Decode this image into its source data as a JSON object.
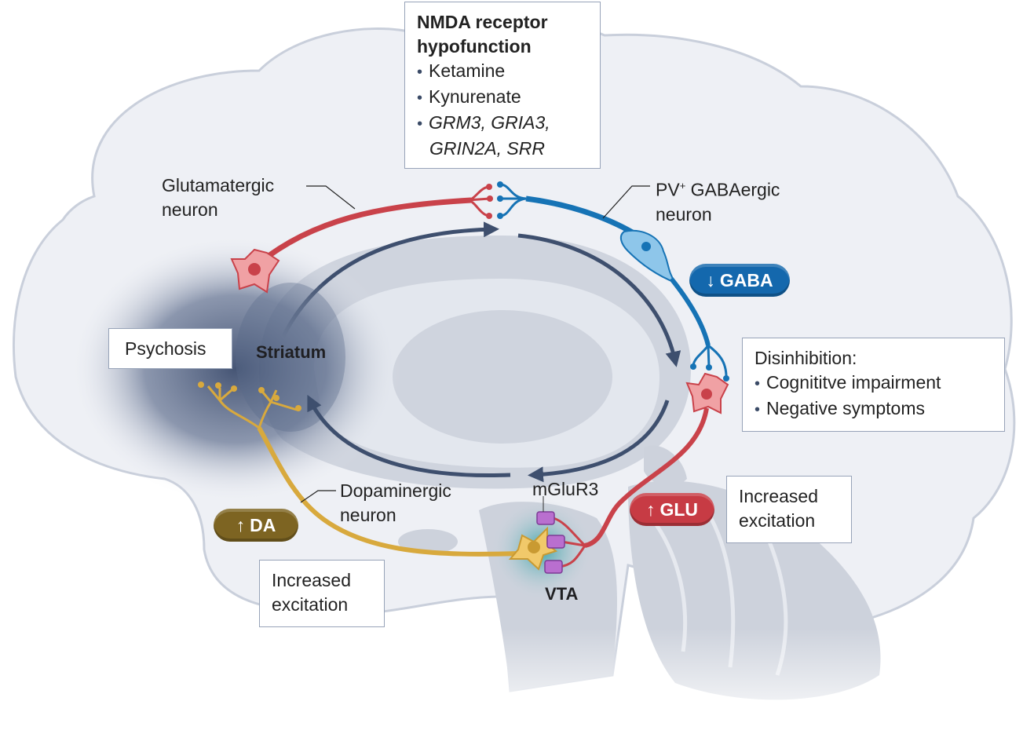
{
  "colors": {
    "glutamatergic": "#c9424a",
    "gabaergic": "#1673b5",
    "dopaminergic": "#d8a93d",
    "arrows": "#3e4f6e",
    "brain_fill": "#eef0f5",
    "brain_inner": "#cfd4de",
    "receptor": "#a05bb8",
    "vta_glow": "#3aa7a8",
    "da_pill": "#7d6422",
    "glu_pill": "#c73b44",
    "gaba_pill": "#1468ad"
  },
  "nmda_box": {
    "title_line1": "NMDA receptor",
    "title_line2": "hypofunction",
    "items": [
      "Ketamine",
      "Kynurenate"
    ],
    "genes_line1": "GRM3, GRIA3,",
    "genes_line2": "GRIN2A, SRR"
  },
  "labels": {
    "glutamatergic_line1": "Glutamatergic",
    "glutamatergic_line2": "neuron",
    "pv_prefix": "PV",
    "pv_superscript": "+",
    "pv_line1_rest": " GABAergic",
    "pv_line2": "neuron",
    "dopaminergic_line1": "Dopaminergic",
    "dopaminergic_line2": "neuron",
    "mglur3": "mGluR3"
  },
  "regions": {
    "striatum": "Striatum",
    "vta": "VTA"
  },
  "boxes": {
    "psychosis": "Psychosis",
    "disinhibition": {
      "title": "Disinhibition:",
      "items": [
        "Cognititve impairment",
        "Negative symptoms"
      ]
    },
    "excitation_left": {
      "line1": "Increased",
      "line2": "excitation"
    },
    "excitation_right": {
      "line1": "Increased",
      "line2": "excitation"
    }
  },
  "pills": {
    "gaba": {
      "arrow": "↓",
      "text": "GABA"
    },
    "glu": {
      "arrow": "↑",
      "text": "GLU"
    },
    "da": {
      "arrow": "↑",
      "text": "DA"
    }
  }
}
